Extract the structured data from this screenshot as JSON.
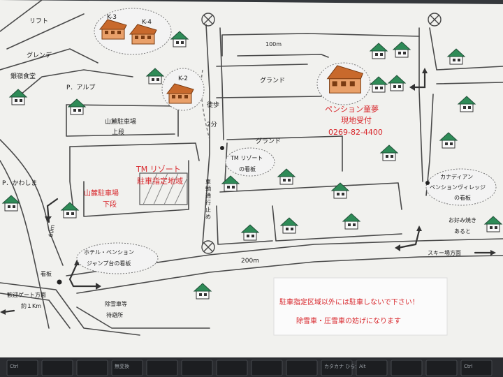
{
  "labels": {
    "lift": "リフト",
    "grende": "グレンデ",
    "ginrei": "銀嶺食堂",
    "p_alp": "P．アルプ",
    "sanroku_upper_1": "山麓駐車場",
    "sanroku_upper_2": "上段",
    "p_kawashima": "P．かわしま",
    "grand_1": "グランド",
    "grand_2": "グランド",
    "tohō_1": "徒歩",
    "tohō_2": "2分",
    "k3": "K-3",
    "k4": "K-4",
    "k2": "K-2",
    "distance_100": "100m",
    "distance_200": "200m",
    "tm_sign_1": "TM リゾート",
    "tm_sign_2": "の看板",
    "tm_zone_1": "TM リゾート",
    "tm_zone_2": "駐車指定地域",
    "sharyo_1": "車",
    "sharyo_2": "輌",
    "sharyo_3": "通",
    "sharyo_4": "行",
    "sharyo_5": "止",
    "sharyo_6": "め",
    "sanroku_lower_1": "山麓駐車場",
    "sanroku_lower_2": "下段",
    "distance_60": "60m",
    "hotel_1": "ホテル・ペンション",
    "hotel_2": "ジャンプ台の看板",
    "kanban": "看板",
    "kangei_1": "歓迎ゲート方面",
    "kangei_2": "約１Km",
    "josetsu_1": "除雪車等",
    "josetsu_2": "待避所",
    "pension_1": "ペンション童夢",
    "pension_2": "現地受付",
    "pension_3": "0269-82-4400",
    "canadian_1": "カナディアン",
    "canadian_2": "ペンションヴィレッジ",
    "canadian_3": "の看板",
    "okonomi_1": "お好み焼き",
    "okonomi_2": "あると",
    "ski": "スキー場方面",
    "notice_1": "駐車指定区域以外には駐車しないで下さい！",
    "notice_2": "除雪車・圧雪車の妨げになります"
  },
  "keyboard": {
    "keys": [
      "Ctrl",
      "",
      "",
      "無変換",
      "",
      "",
      "",
      "",
      "",
      "カタカナ ひらがな",
      "Alt",
      "",
      "",
      "Ctrl"
    ]
  },
  "colors": {
    "paper": "#f2f2f0",
    "red_text": "#d8262b",
    "house_roof": "#2e8b57",
    "lodge": "#c8692c"
  }
}
